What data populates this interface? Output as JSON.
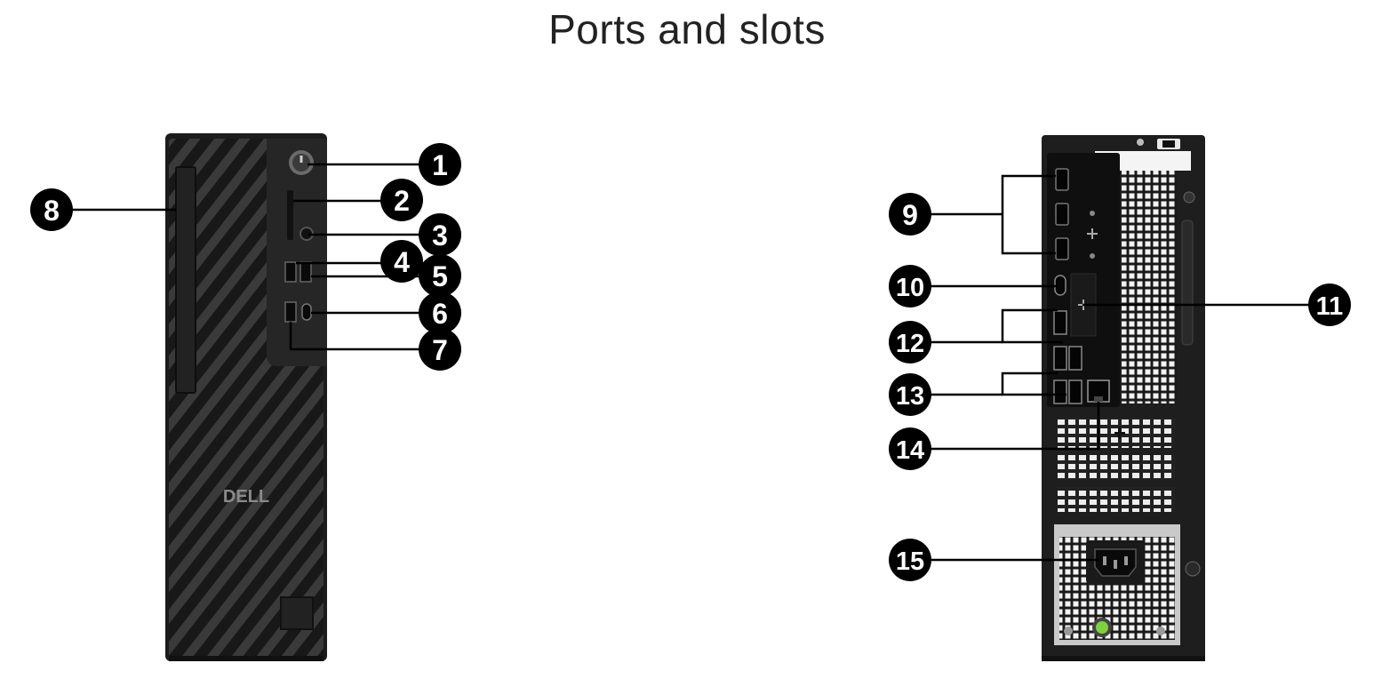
{
  "title": "Ports and slots",
  "brand_logo_text": "DELL",
  "colors": {
    "chassis": "#1d1d1d",
    "chassis_dark": "#121212",
    "panel": "#2a2a2a",
    "io_plate": "#0f0f0f",
    "callout": "#000000",
    "psu_led": "#7ed33a"
  },
  "callouts": [
    {
      "number": "1",
      "view": "front"
    },
    {
      "number": "2",
      "view": "front"
    },
    {
      "number": "3",
      "view": "front"
    },
    {
      "number": "4",
      "view": "front"
    },
    {
      "number": "5",
      "view": "front"
    },
    {
      "number": "6",
      "view": "front"
    },
    {
      "number": "7",
      "view": "front"
    },
    {
      "number": "8",
      "view": "front"
    },
    {
      "number": "9",
      "view": "rear"
    },
    {
      "number": "10",
      "view": "rear"
    },
    {
      "number": "11",
      "view": "rear"
    },
    {
      "number": "12",
      "view": "rear"
    },
    {
      "number": "13",
      "view": "rear"
    },
    {
      "number": "14",
      "view": "rear"
    },
    {
      "number": "15",
      "view": "rear"
    }
  ]
}
